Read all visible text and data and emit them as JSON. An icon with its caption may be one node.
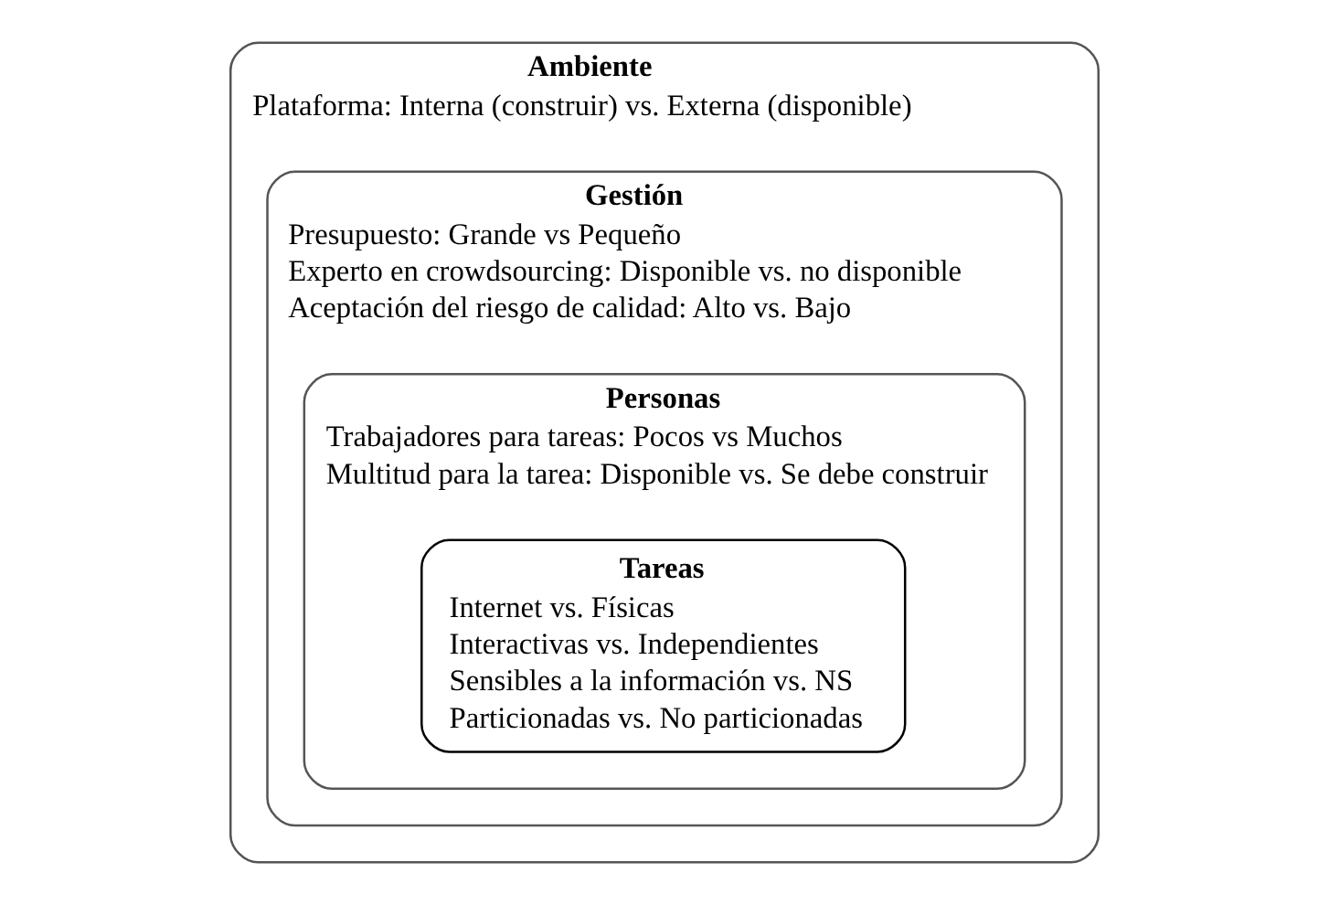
{
  "diagram": {
    "nodes": [
      {
        "text": [
          "Ambiente",
          "Plataforma: Interna (construir) vs. Externa (disponible)"
        ]
      },
      {
        "text": [
          "Gestión",
          "Presupuesto: Grande vs Pequeño",
          "Experto en crowdsourcing: Disponible vs. no disponible",
          "Aceptación del riesgo de calidad: Alto vs. Bajo"
        ],
        "in": 0
      },
      {
        "text": [
          "Personas",
          "Trabajadores para tareas: Pocos vs Muchos",
          "Multitud para la tarea: Disponible vs. Se debe construir"
        ],
        "in": 1
      },
      {
        "text": [
          "Tareas",
          "Internet vs. Físicas",
          "Interactivas vs. Independientes",
          "Sensibles a la información vs. NS",
          "Particionadas vs. No particionadas"
        ],
        "in": 2
      }
    ]
  }
}
